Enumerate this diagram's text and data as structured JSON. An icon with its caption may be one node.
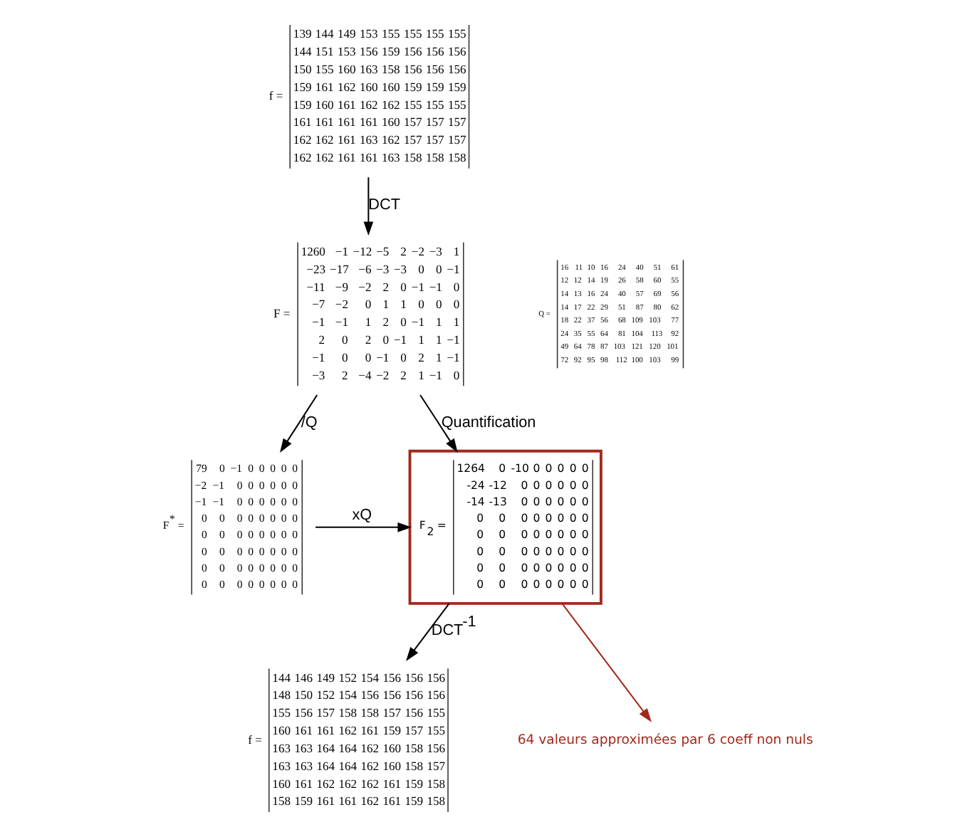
{
  "diagram": {
    "nodes": [
      {
        "text": [
          "f =",
          "139 144 149 153 155 155 155 155",
          "144 151 153 156 159 156 156 156",
          "150 155 160 163 158 156 156 156",
          "159 161 162 160 160 159 159 159",
          "159 160 161 162 162 155 155 155",
          "161 161 161 161 160 157 157 157",
          "162 162 161 163 162 157 157 157",
          "162 162 161 161 163 158 158 158"
        ]
      },
      {
        "text": [
          "F =",
          "1260 −1 −12 −5 2 −2 −3 1",
          "−23 −17 −6 −3 −3 0 0 −1",
          "−11 −9 −2 2 0 −1 −1 0",
          "−7 −2 0 1 1 0 0 0",
          "−1 −1 1 2 0 −1 1 1",
          "2 0 2 0 −1 1 1 −1",
          "−1 0 0 −1 0 2 1 −1",
          "−3 2 −4 −2 2 1 −1 0"
        ]
      },
      {
        "text": [
          "Q =",
          "16 11 10 16 24 40 51 61",
          "12 12 14 19 26 58 60 55",
          "14 13 16 24 40 57 69 56",
          "14 17 22 29 51 87 80 62",
          "18 22 37 56 68 109 103 77",
          "24 35 55 64 81 104 113 92",
          "49 64 78 87 103 121 120 101",
          "72 92 95 98 112 100 103 99"
        ]
      },
      {
        "text": [
          "F$^{*}$ =",
          "79 0 −1 0 0 0 0 0",
          "−2 −1 0 0 0 0 0 0",
          "−1 −1 0 0 0 0 0 0",
          "0 0 0 0 0 0 0 0",
          "0 0 0 0 0 0 0 0",
          "0 0 0 0 0 0 0 0",
          "0 0 0 0 0 0 0 0",
          "0 0 0 0 0 0 0 0"
        ]
      },
      {
        "text": [
          "F$_{2}$ =",
          "1264 0 -10 0 0 0 0 0",
          "-24 -12 0 0 0 0 0 0",
          "-14 -13 0 0 0 0 0 0",
          "0 0 0 0 0 0 0 0",
          "0 0 0 0 0 0 0 0",
          "0 0 0 0 0 0 0 0",
          "0 0 0 0 0 0 0 0",
          "0 0 0 0 0 0 0 0"
        ]
      },
      {
        "text": [
          "f =",
          "144 146 149 152 154 156 156 156",
          "148 150 152 154 156 156 156 156",
          "155 156 157 158 158 157 156 155",
          "160 161 161 162 161 159 157 155",
          "163 163 164 164 162 160 158 156",
          "163 163 164 164 162 160 158 157",
          "160 161 162 162 162 161 159 158",
          "158 159 161 161 162 161 159 158"
        ]
      },
      {
        "text": [
          "64 valeurs approximées par 6 coeff non nuls"
        ]
      }
    ],
    "edges": [
      {
        "from": 0,
        "to": 1,
        "arrow": "to",
        "label": "DCT"
      },
      {
        "from": 1,
        "to": 3,
        "arrow": "to",
        "label": "/Q"
      },
      {
        "from": 1,
        "to": 4,
        "arrow": "to",
        "label": "Quantification"
      },
      {
        "from": 3,
        "to": 4,
        "arrow": "to",
        "label": "xQ"
      },
      {
        "from": 4,
        "to": 5,
        "arrow": "to",
        "label": "DCT$^{-1}$"
      },
      {
        "from": 4,
        "to": 6,
        "arrow": "to",
        "color": "#a3281c"
      }
    ]
  }
}
